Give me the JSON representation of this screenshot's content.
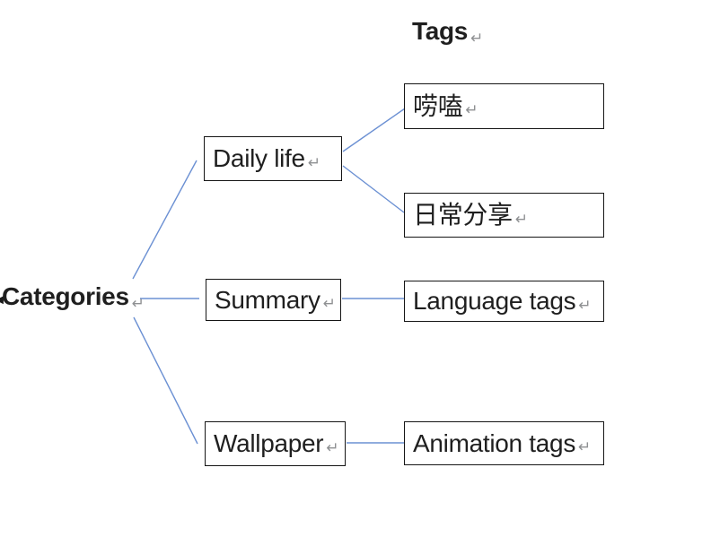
{
  "header": {
    "title": "Tags"
  },
  "root": {
    "label": "Categories"
  },
  "glyphs": {
    "return_mark": "↵",
    "edge_fragment": "◄"
  },
  "colors": {
    "connector": "#6b90d3",
    "box_border": "#151515",
    "text": "#1f1f1f",
    "return_mark": "#8f9193"
  },
  "category_nodes": [
    {
      "id": "daily-life",
      "label": "Daily life"
    },
    {
      "id": "summary",
      "label": "Summary"
    },
    {
      "id": "wallpaper",
      "label": "Wallpaper"
    }
  ],
  "tag_nodes": [
    {
      "id": "tag-chat",
      "label": "唠嗑"
    },
    {
      "id": "tag-daily-share",
      "label": "日常分享"
    },
    {
      "id": "tag-language",
      "label": "Language tags"
    },
    {
      "id": "tag-animation",
      "label": "Animation tags"
    }
  ],
  "connections": [
    {
      "from": "Categories",
      "to": "Daily life"
    },
    {
      "from": "Categories",
      "to": "Summary"
    },
    {
      "from": "Categories",
      "to": "Wallpaper"
    },
    {
      "from": "Daily life",
      "to": "唠嗑"
    },
    {
      "from": "Daily life",
      "to": "日常分享"
    },
    {
      "from": "Summary",
      "to": "Language tags"
    },
    {
      "from": "Wallpaper",
      "to": "Animation tags"
    }
  ]
}
